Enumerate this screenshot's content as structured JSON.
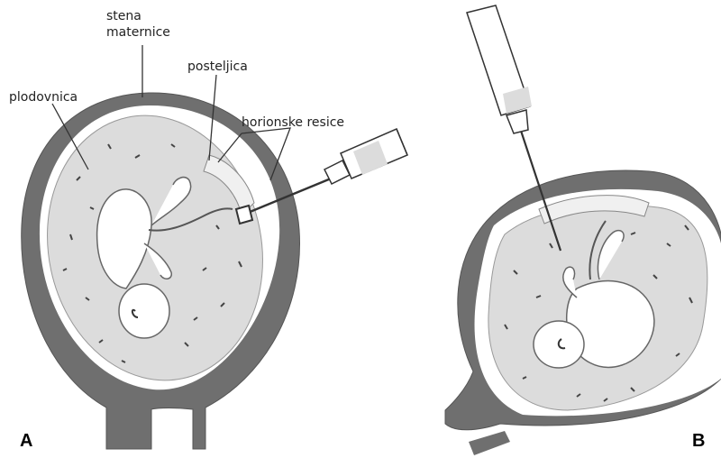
{
  "labels": {
    "stena_line1": "stena",
    "stena_line2": "maternice",
    "posteljica": "posteljica",
    "plodovnica": "plodovnica",
    "horionske_resice": "horionske resice"
  },
  "panels": {
    "a": "A",
    "b": "B"
  },
  "colors": {
    "uterine_wall": "#6f6f6f",
    "amniotic_fluid": "#dcdcdc",
    "placenta": "#e9e9e9",
    "fetus": "#ffffff",
    "line": "#333333"
  }
}
